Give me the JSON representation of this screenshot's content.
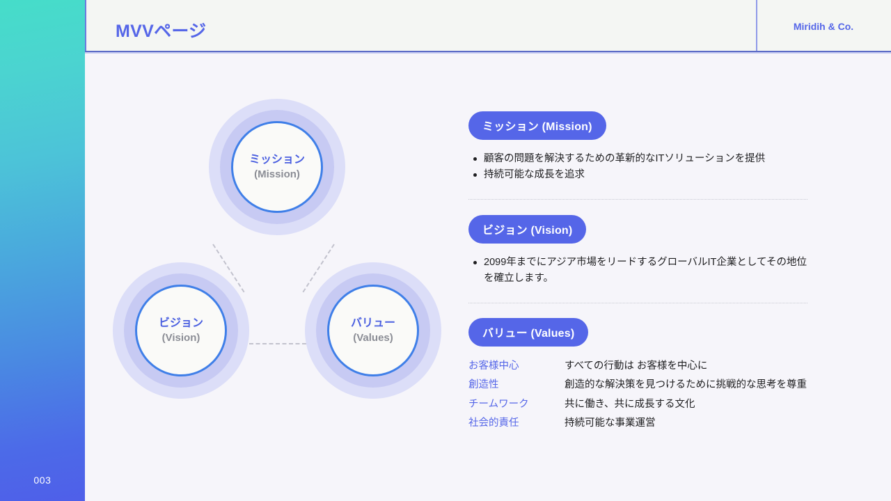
{
  "header": {
    "title": "MVVページ",
    "brand": "Miridih & Co."
  },
  "footer": {
    "page_number": "003"
  },
  "diagram": {
    "nodes": [
      {
        "ja": "ミッション",
        "en": "(Mission)"
      },
      {
        "ja": "ビジョン",
        "en": "(Vision)"
      },
      {
        "ja": "バリュー",
        "en": "(Values)"
      }
    ]
  },
  "sections": {
    "mission": {
      "pill": "ミッション (Mission)",
      "bullets": [
        "顧客の問題を解決するための革新的なITソリューションを提供",
        "持続可能な成長を追求"
      ]
    },
    "vision": {
      "pill": "ビジョン (Vision)",
      "bullets": [
        "2099年までにアジア市場をリードするグローバルIT企業としてその地位を確立します。"
      ]
    },
    "values": {
      "pill": "バリュー (Values)",
      "rows": [
        {
          "key": "お客様中心",
          "desc": "すべての行動は お客様を中心に"
        },
        {
          "key": "創造性",
          "desc": "創造的な解決策を見つけるために挑戦的な思考を尊重"
        },
        {
          "key": "チームワーク",
          "desc": "共に働き、共に成長する文化"
        },
        {
          "key": "社会的責任",
          "desc": "持続可能な事業運営"
        }
      ]
    }
  },
  "colors": {
    "accent": "#5566e8",
    "ring": "#3f7fe8",
    "rail_start": "#46ddc9",
    "rail_end": "#4f5fe9",
    "background": "#f6f5fa",
    "header_background": "#f4f6f3"
  }
}
